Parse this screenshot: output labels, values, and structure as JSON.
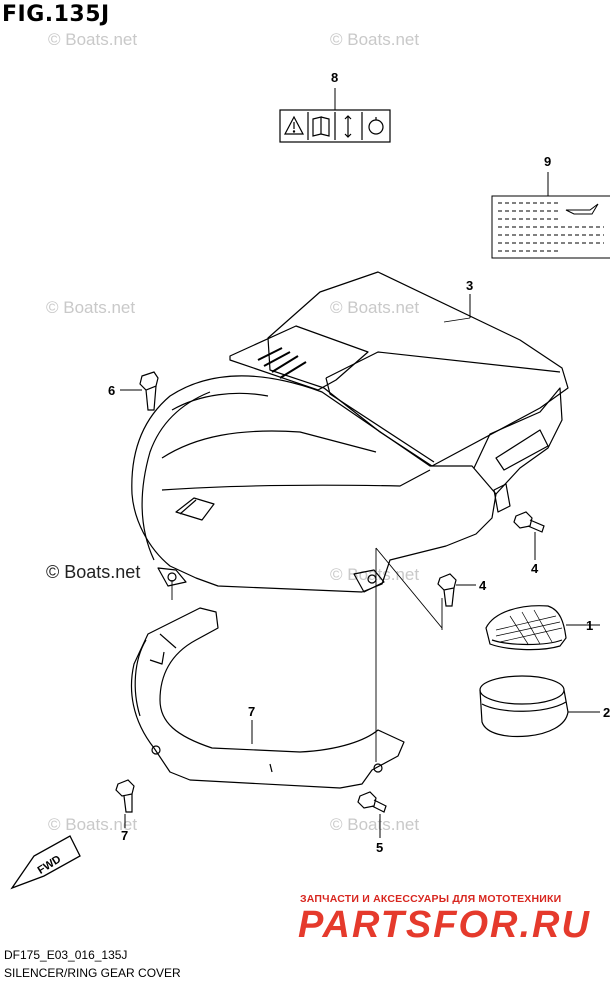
{
  "figure": {
    "title": "FIG.135J",
    "code": "DF175_E03_016_135J",
    "name": "SILENCER/RING GEAR COVER"
  },
  "callouts": [
    "1",
    "2",
    "3",
    "4",
    "4",
    "5",
    "6",
    "7",
    "7",
    "8",
    "9"
  ],
  "watermark": {
    "faint": "© Boats.net",
    "strong": "© Boats.net"
  },
  "brand": {
    "tagline": "ЗАПЧАСТИ И АКСЕССУАРЫ ДЛЯ МОТОТЕХНИКИ",
    "name": "PARTSFOR.RU"
  },
  "fwd_label": "FWD",
  "colors": {
    "line": "#000000",
    "watermark": "#c9c9c9",
    "brand": "#e53a2c"
  },
  "icons": [
    "warning-triangle-icon",
    "manual-book-icon",
    "up-down-arrow-icon",
    "oil-can-icon"
  ]
}
